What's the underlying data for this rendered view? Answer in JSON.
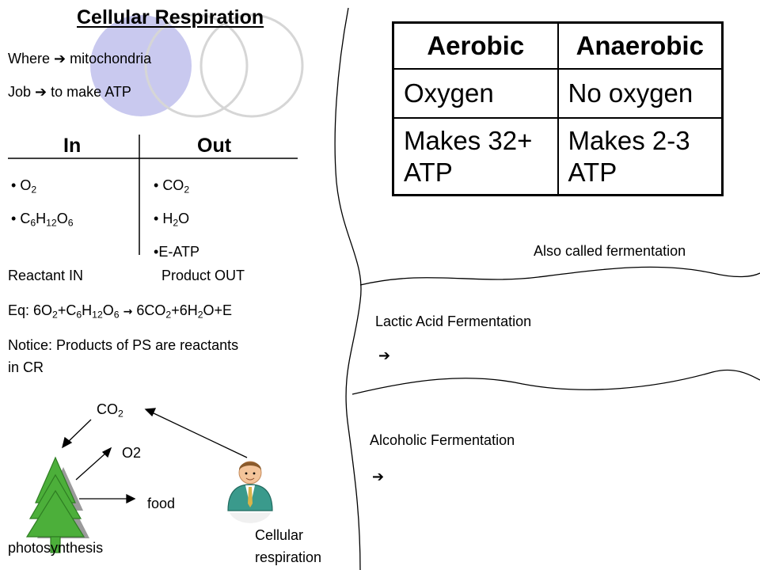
{
  "title": "Cellular Respiration",
  "where": {
    "label": "Where",
    "value": "mitochondria"
  },
  "job": {
    "label": "Job",
    "value": "to make ATP"
  },
  "inout": {
    "in_header": "In",
    "out_header": "Out",
    "inputs": [
      {
        "base": "O",
        "sub": "2"
      },
      {
        "parts": [
          [
            "C",
            "6"
          ],
          [
            "H",
            "12"
          ],
          [
            "O",
            "6"
          ]
        ]
      }
    ],
    "outputs": [
      {
        "base": "CO",
        "sub": "2"
      },
      {
        "parts": [
          [
            "H",
            "2"
          ],
          [
            "O",
            ""
          ]
        ]
      },
      {
        "text": "E-ATP"
      }
    ],
    "reactant_label": "Reactant IN",
    "product_label": "Product OUT"
  },
  "equation": {
    "prefix": "Eq: 6O",
    "left": "+C",
    "result": "6CO",
    "plus_water": "+6H",
    "tail": "O+E"
  },
  "notice": [
    "Notice: Products of PS are reactants",
    "in CR"
  ],
  "cycle": {
    "co2": {
      "base": "CO",
      "sub": "2"
    },
    "o2": "O2",
    "food": "food",
    "photosynthesis": "photosynthesis",
    "respiration": [
      "Cellular",
      "respiration"
    ]
  },
  "comparison": {
    "headers": [
      "Aerobic",
      "Anaerobic"
    ],
    "rows": [
      [
        "Oxygen",
        "No oxygen"
      ],
      [
        "Makes 32+ ATP",
        "Makes 2-3 ATP"
      ]
    ]
  },
  "anaerobic_notes": {
    "also_called": "Also called fermentation",
    "lactic": "Lactic Acid Fermentation",
    "alcoholic": "Alcoholic Fermentation"
  },
  "icons": {
    "arrow": "➔"
  },
  "colors": {
    "circle_fill": "#c9c9ef",
    "circle_stroke": "#d6d6d6",
    "tree": "#4caf3a",
    "person_body": "#3a9a8c",
    "person_skin": "#f4c49a",
    "person_hair": "#8a5a2b"
  }
}
